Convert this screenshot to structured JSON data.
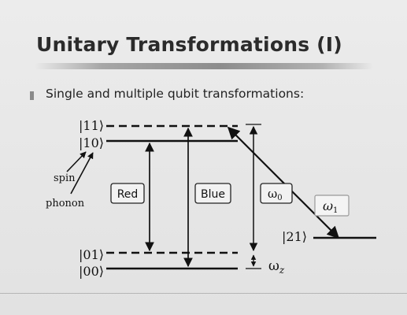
{
  "slide": {
    "title": "Unitary Transformations (I)",
    "bullet": "Single and multiple qubit transformations:"
  },
  "diagram": {
    "levels": {
      "l11": "|11⟩",
      "l10": "|10⟩",
      "l01": "|01⟩",
      "l00": "|00⟩",
      "l21": "|21⟩"
    },
    "labels": {
      "spin": "spin",
      "phonon": "phonon",
      "omega_z": "ω",
      "omega_z_sub": "z"
    },
    "boxes": {
      "red": "Red",
      "blue": "Blue",
      "omega0": "ω",
      "omega0_sub": "0",
      "omega1": "ω",
      "omega1_sub": "1"
    }
  }
}
